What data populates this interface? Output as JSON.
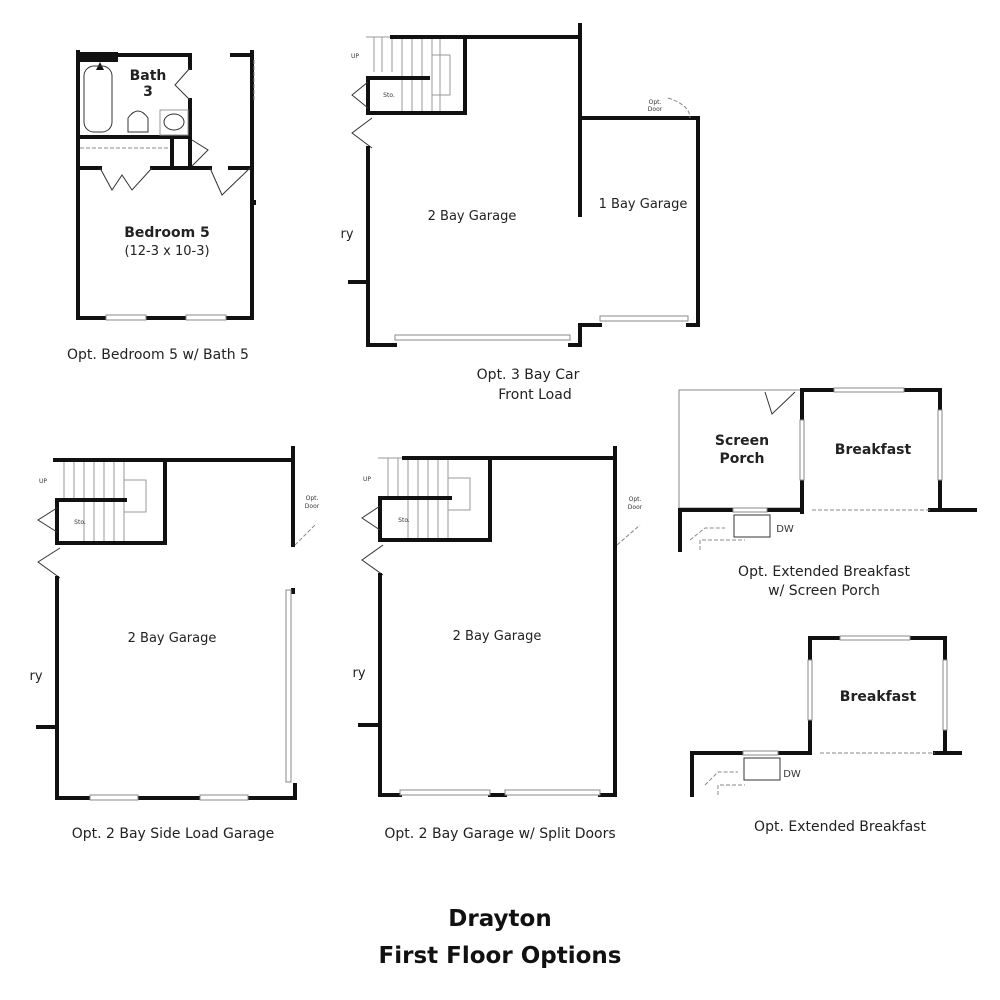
{
  "plans": [
    {
      "caption": "Opt. Bedroom 5 w/ Bath 5",
      "rooms": {
        "bath_line1": "Bath",
        "bath_line2": "3",
        "bedroom": "Bedroom 5",
        "bedroom_dims": "(12-3 x 10-3)"
      }
    },
    {
      "caption_line1": "Opt. 3 Bay Car",
      "caption_line2": "Front Load",
      "rooms": {
        "two_bay": "2 Bay Garage",
        "one_bay": "1 Bay Garage",
        "sto": "Sto.",
        "up": "UP",
        "ry": "ry",
        "opt_door_1": "Opt.",
        "opt_door_2": "Door"
      }
    },
    {
      "caption": "Opt. 2 Bay Side Load Garage",
      "rooms": {
        "two_bay": "2 Bay Garage",
        "sto": "Sto.",
        "up": "UP",
        "ry": "ry",
        "opt_door_1": "Opt.",
        "opt_door_2": "Door"
      }
    },
    {
      "caption": "Opt. 2 Bay Garage w/ Split Doors",
      "rooms": {
        "two_bay": "2 Bay Garage",
        "sto": "Sto.",
        "up": "UP",
        "ry": "ry",
        "opt_door_1": "Opt.",
        "opt_door_2": "Door"
      }
    },
    {
      "caption_line1": "Opt. Extended Breakfast",
      "caption_line2": "w/ Screen Porch",
      "rooms": {
        "porch_line1": "Screen",
        "porch_line2": "Porch",
        "breakfast": "Breakfast",
        "dw": "DW"
      }
    },
    {
      "caption": "Opt. Extended Breakfast",
      "rooms": {
        "breakfast": "Breakfast",
        "dw": "DW"
      }
    }
  ],
  "title": {
    "line1": "Drayton",
    "line2": "First Floor Options"
  }
}
